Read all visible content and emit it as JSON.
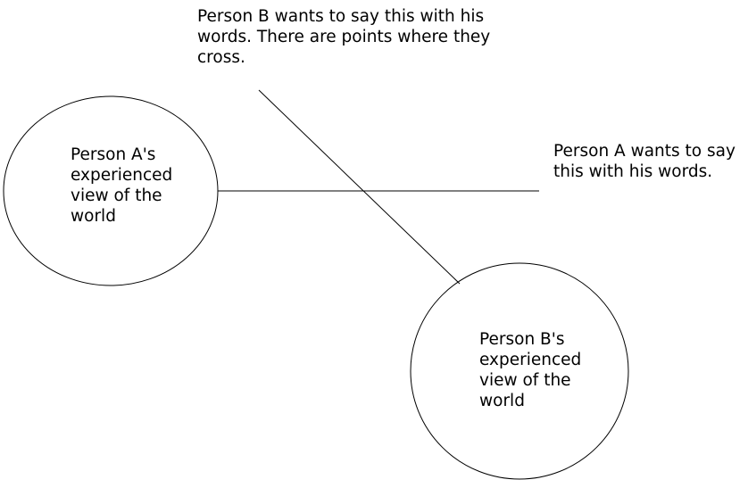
{
  "diagram": {
    "person_a_view": "Person A's\nexperienced\nview of the\nworld",
    "person_b_view": "Person B's\nexperienced\nview of the\nworld",
    "person_a_says": "Person A wants to say\nthis with his words.",
    "person_b_says": "Person B wants to say this with his\nwords. There are points where they\ncross.",
    "colors": {
      "background": "#ffffff",
      "stroke": "#000000",
      "text": "#000000"
    }
  }
}
